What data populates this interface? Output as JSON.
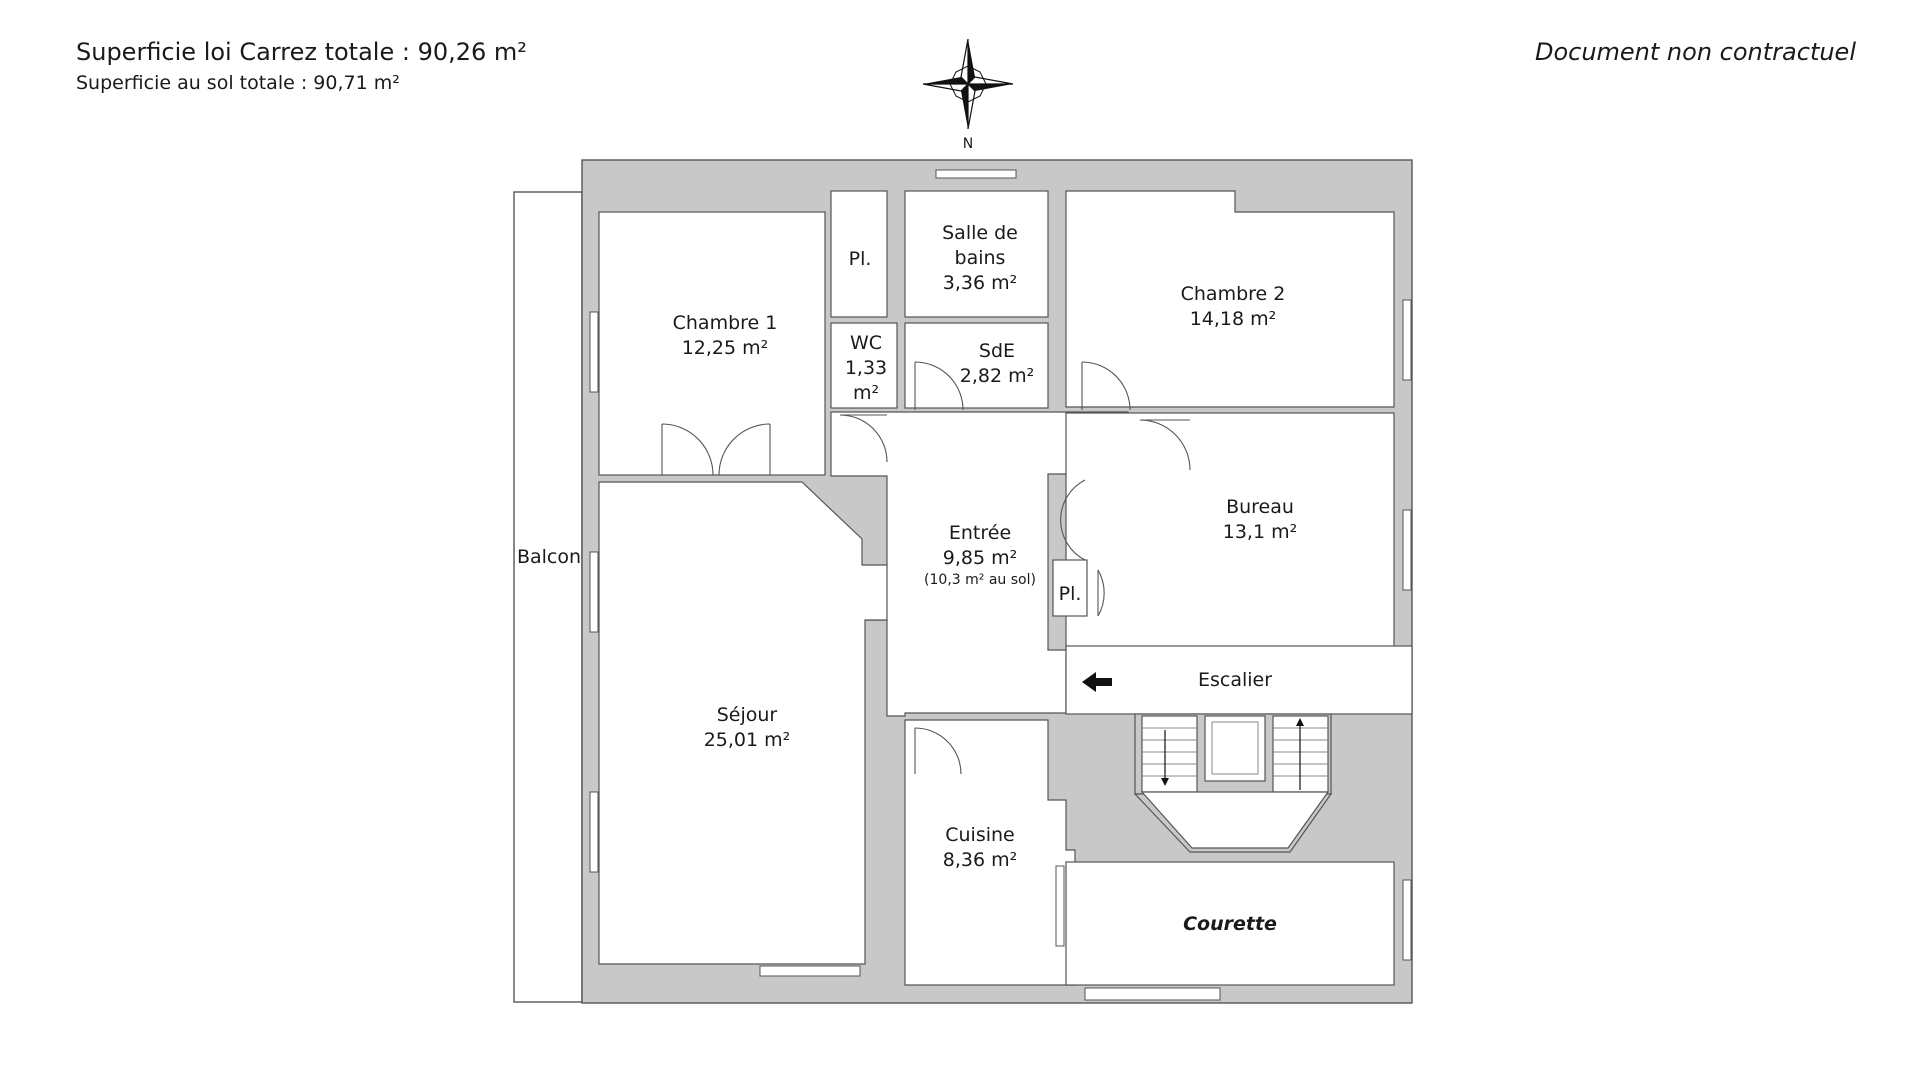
{
  "header": {
    "carrez_total": "Superficie loi Carrez totale :  90,26 m²",
    "floor_total": "Superficie au sol totale :  90,71 m²",
    "disclaimer": "Document non contractuel"
  },
  "compass": {
    "north_label": "N"
  },
  "rooms": {
    "chambre1": {
      "name": "Chambre 1",
      "area": "12,25 m²"
    },
    "placard1": {
      "name": "Pl."
    },
    "sdb": {
      "name_line1": "Salle de",
      "name_line2": "bains",
      "area": "3,36 m²"
    },
    "chambre2": {
      "name": "Chambre 2",
      "area": "14,18 m²"
    },
    "wc": {
      "name": "WC",
      "area_line1": "1,33",
      "area_line2": "m²"
    },
    "sde": {
      "name": "SdE",
      "area": "2,82 m²"
    },
    "entree": {
      "name": "Entrée",
      "area": "9,85 m²",
      "floor_area": "(10,3 m² au sol)"
    },
    "bureau": {
      "name": "Bureau",
      "area": "13,1 m²"
    },
    "placard2": {
      "name": "Pl."
    },
    "escalier": {
      "name": "Escalier"
    },
    "sejour": {
      "name": "Séjour",
      "area": "25,01 m²"
    },
    "cuisine": {
      "name": "Cuisine",
      "area": "8,36 m²"
    },
    "courette": {
      "name": "Courette"
    },
    "balcon": {
      "name": "Balcon"
    }
  },
  "colors": {
    "wall": "#c8c8c8",
    "wall_outline": "#555555",
    "text": "#1a1a1a",
    "background": "#ffffff"
  }
}
